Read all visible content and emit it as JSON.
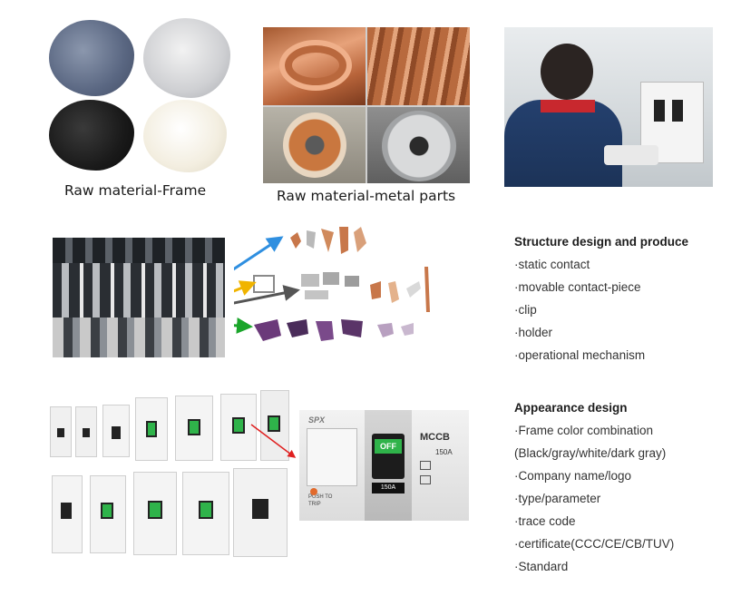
{
  "captions": {
    "frame": "Raw material-Frame",
    "metal": "Raw material-metal parts"
  },
  "structure": {
    "heading": "Structure design and produce",
    "items": [
      " ·static contact",
      "·movable contact-piece",
      "·clip",
      "·holder",
      "·operational mechanism"
    ]
  },
  "appearance": {
    "heading": "Appearance design",
    "items": [
      " ·Frame color combination",
      "(Black/gray/white/dark gray)",
      "·Company name/logo",
      "·type/parameter",
      "·trace code",
      "·certificate(CCC/CE/CB/TUV)",
      "·Standard"
    ]
  },
  "closeup": {
    "brand": "SPX",
    "switch_label": "OFF",
    "current": "150A",
    "model": "MCCB",
    "rating": "150A",
    "push_label": "PUSH TO",
    "trip_label": "TRIP"
  },
  "colors": {
    "arrow_blue": "#2f8fe0",
    "arrow_yellow": "#f0b400",
    "arrow_gray": "#555555",
    "arrow_green": "#1aa52a",
    "arrow_red": "#e02020",
    "switch_green": "#2fb34a",
    "copper": "#c8774a"
  }
}
